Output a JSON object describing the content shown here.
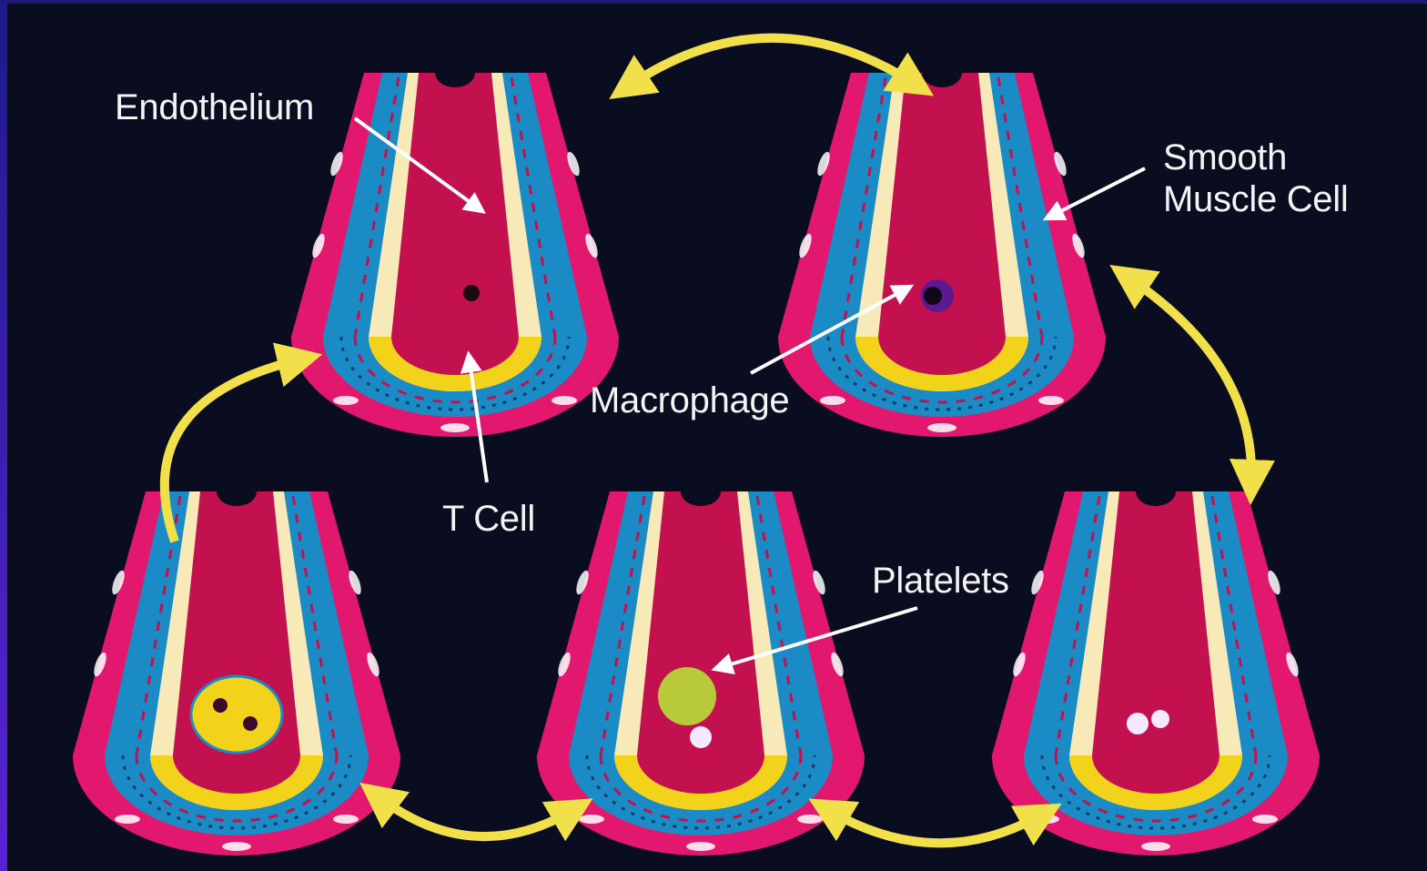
{
  "labels": {
    "endothelium": "Endothelium",
    "smooth_muscle_line1": "Smooth",
    "smooth_muscle_line2": "Muscle Cell",
    "macrophage": "Macrophage",
    "t_cell": "T Cell",
    "platelets": "Platelets"
  },
  "colors": {
    "background": "#0a0c1f",
    "adventitia": "#e2186e",
    "media": "#1a8bc4",
    "intima_band": "#f7e9b8",
    "lumen": "#c3104f",
    "plaque": "#f2d21b",
    "cycle_arrow": "#f2e04a",
    "pointer": "#ffffff"
  }
}
